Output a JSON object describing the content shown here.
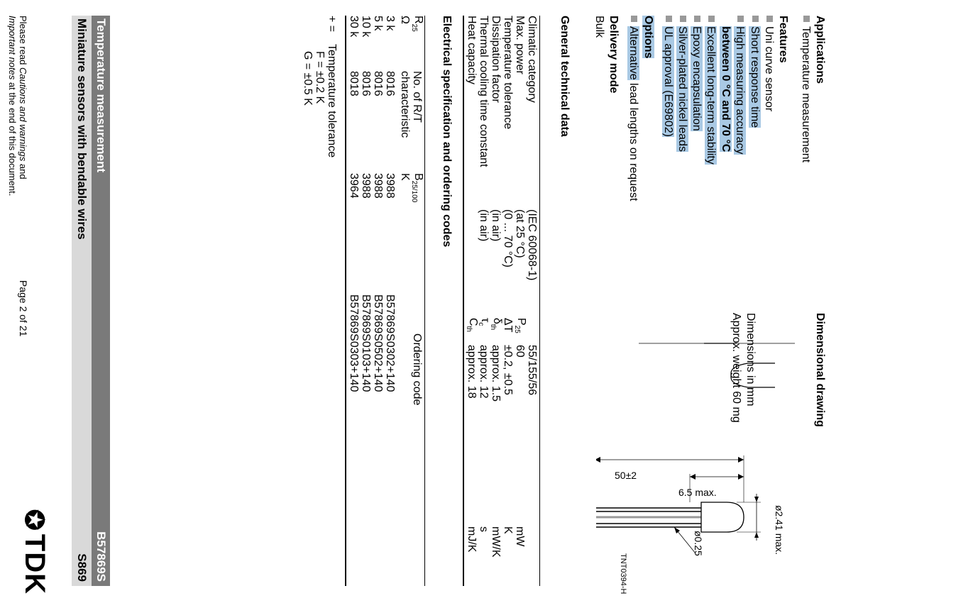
{
  "header": {
    "category": "Temperature measurement",
    "part": "B57869S",
    "title": "Miniature sensors with bendable wires",
    "series": "S869",
    "logo": "TDK"
  },
  "applications": {
    "heading": "Applications",
    "items": [
      "Temperature measurement"
    ]
  },
  "features": {
    "heading": "Features",
    "items": [
      "Uni curve sensor",
      "Short response time",
      "High measuring accuracy",
      "between 0 °C and 70 °C",
      "Excellent long-term stability",
      "Epoxy encapsulation",
      "Silver-plated nickel leads",
      "UL approval (E69802)"
    ]
  },
  "options": {
    "heading": "Options",
    "item_prefix": "Alternative",
    "item_rest": " lead lengths on request"
  },
  "delivery": {
    "heading": "Delivery mode",
    "value": "Bulk"
  },
  "drawing": {
    "heading": "Dimensional drawing",
    "dim_total": "50±2",
    "dim_head": "6.5 max.",
    "dim_dia": "ø2.41 max.",
    "dim_wire": "ø0.25",
    "code": "TNT0394-H",
    "note1": "Dimensions in mm",
    "note2": "Approx. weight 60 mg"
  },
  "general": {
    "heading": "General technical data",
    "rows": [
      {
        "name": "Climatic category",
        "cond": "(IEC 60068-1)",
        "sym": "",
        "sub": "",
        "val": "55/155/56",
        "unit": ""
      },
      {
        "name": "Max. power",
        "cond": "(at 25 °C)",
        "sym": "P",
        "sub": "25",
        "val": "60",
        "unit": "mW"
      },
      {
        "name": "Temperature tolerance",
        "cond": "(0 ... 70 °C)",
        "sym": "ΔT",
        "sub": "",
        "val": "±0.2, ±0.5",
        "unit": "K"
      },
      {
        "name": "Dissipation factor",
        "cond": "(in air)",
        "sym": "δ",
        "sub": "th",
        "val": "approx. 1.5",
        "unit": "mW/K"
      },
      {
        "name": "Thermal cooling time constant",
        "cond": "(in air)",
        "sym": "τ",
        "sub": "c",
        "val": "approx. 12",
        "unit": "s"
      },
      {
        "name": "Heat capacity",
        "cond": "",
        "sym": "C",
        "sub": "th",
        "val": "approx. 18",
        "unit": "mJ/K"
      }
    ]
  },
  "electrical": {
    "heading": "Electrical specification and ordering codes",
    "columns": {
      "r_sym": "R",
      "r_sub": "25",
      "r_unit": "Ω",
      "rt_1": "No. of R/T",
      "rt_2": "characteristic",
      "b_sym": "B",
      "b_sub": "25/100",
      "b_unit": "K",
      "code": "Ordering code"
    },
    "rows": [
      {
        "r": "3 k",
        "rt": "8016",
        "b": "3988",
        "code": "B57869S0302+140"
      },
      {
        "r": "5 k",
        "rt": "8016",
        "b": "3988",
        "code": "B57869S0502+140"
      },
      {
        "r": "10 k",
        "rt": "8016",
        "b": "3988",
        "code": "B57869S0103+140"
      },
      {
        "r": "30 k",
        "rt": "8018",
        "b": "3964",
        "code": "B57869S0303+140"
      }
    ]
  },
  "tolerance": {
    "prefix": "+ =",
    "label": "Temperature tolerance",
    "f": "F = ±0.2 K",
    "g": "G = ±0.5 K"
  },
  "footer": {
    "please": "Please read ",
    "cautions": "Cautions and warnings",
    "and": " and",
    "notes": "Important notes",
    "end": " at the end of this document.",
    "page": "Page 2 of 21"
  }
}
